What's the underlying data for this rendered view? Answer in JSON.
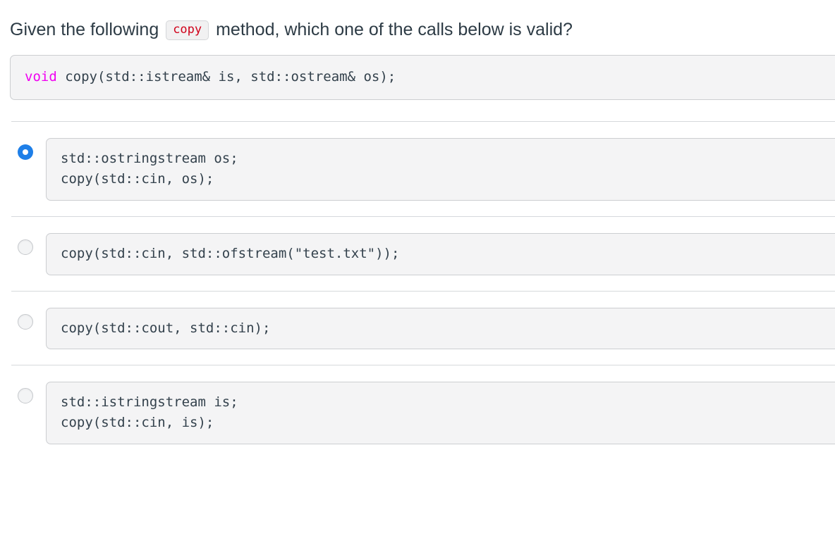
{
  "question": {
    "text_before": "Given the following",
    "inline_code": "copy",
    "text_after": "method, which one of the calls below is valid?",
    "signature_keyword": "void",
    "signature_rest": " copy(std::istream& is, std::ostream& os);"
  },
  "colors": {
    "keyword_magenta": "#f000f0",
    "inline_code_red": "#d0021b",
    "radio_selected_blue": "#1e7fe8",
    "code_background": "#f4f4f5",
    "code_border": "#ccced1",
    "divider": "#d6d9dc",
    "text": "#2d3b45"
  },
  "answers": [
    {
      "id": "option-a",
      "selected": true,
      "state": "radio-selected",
      "code": "std::ostringstream os;\ncopy(std::cin, os);"
    },
    {
      "id": "option-b",
      "selected": false,
      "state": "radio-unselected",
      "code": "copy(std::cin, std::ofstream(\"test.txt\"));"
    },
    {
      "id": "option-c",
      "selected": false,
      "state": "radio-unselected",
      "code": "copy(std::cout, std::cin);"
    },
    {
      "id": "option-d",
      "selected": false,
      "state": "radio-unselected",
      "code": "std::istringstream is;\ncopy(std::cin, is);"
    }
  ]
}
